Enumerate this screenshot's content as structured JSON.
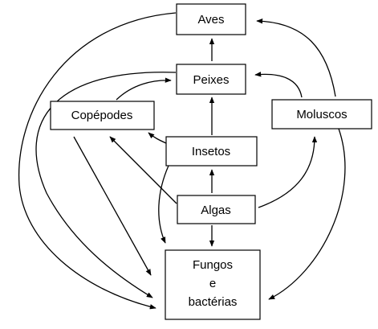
{
  "nodes": {
    "aves": "Aves",
    "peixes": "Peixes",
    "copepodes": "Copépodes",
    "moluscos": "Moluscos",
    "insetos": "Insetos",
    "algas": "Algas",
    "fungos_line1": "Fungos",
    "fungos_line2": "e",
    "fungos_line3": "bactérias"
  },
  "edges": [
    {
      "from": "Peixes",
      "to": "Aves"
    },
    {
      "from": "Moluscos",
      "to": "Aves"
    },
    {
      "from": "Insetos",
      "to": "Peixes"
    },
    {
      "from": "Copépodes",
      "to": "Peixes"
    },
    {
      "from": "Moluscos",
      "to": "Peixes"
    },
    {
      "from": "Insetos",
      "to": "Copépodes"
    },
    {
      "from": "Algas",
      "to": "Insetos"
    },
    {
      "from": "Algas",
      "to": "Copépodes"
    },
    {
      "from": "Algas",
      "to": "Moluscos"
    },
    {
      "from": "Algas",
      "to": "Fungos e bactérias"
    },
    {
      "from": "Insetos",
      "to": "Fungos e bactérias"
    },
    {
      "from": "Copépodes",
      "to": "Fungos e bactérias"
    },
    {
      "from": "Aves",
      "to": "Fungos e bactérias"
    },
    {
      "from": "Peixes",
      "to": "Fungos e bactérias"
    },
    {
      "from": "Moluscos",
      "to": "Fungos e bactérias"
    }
  ],
  "colors": {
    "ink": "#000000",
    "background": "#ffffff"
  }
}
